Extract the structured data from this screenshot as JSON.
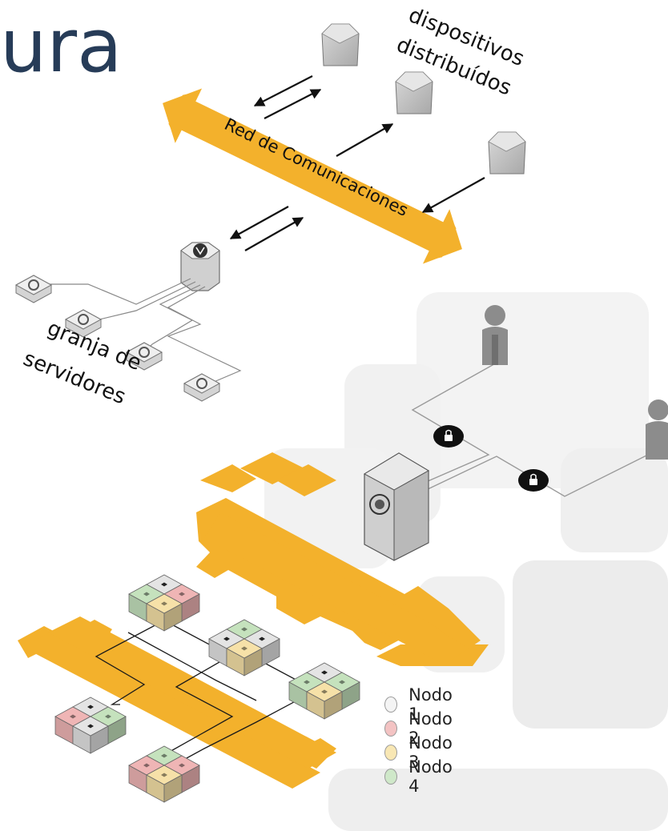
{
  "title": "ura",
  "labels": {
    "devices_line1": "dispositivos",
    "devices_line2": "distribuídos",
    "network": "Red de Comunicaciones",
    "farm_line1": "granja de",
    "farm_line2": "servidores"
  },
  "legend": [
    {
      "label": "Nodo 1",
      "color": "#f4f4f4"
    },
    {
      "label": "Nodo 2",
      "color": "#f3c3c3"
    },
    {
      "label": "Nodo 3",
      "color": "#f8e7b4"
    },
    {
      "label": "Nodo 4",
      "color": "#cfe8c9"
    }
  ],
  "colors": {
    "title": "#273c58",
    "bus": "#f3b12c",
    "node_gray": "#e4e4e4",
    "node_red": "#efb5b5",
    "node_yellow": "#f6e1a8",
    "node_green": "#c5e2bd"
  }
}
